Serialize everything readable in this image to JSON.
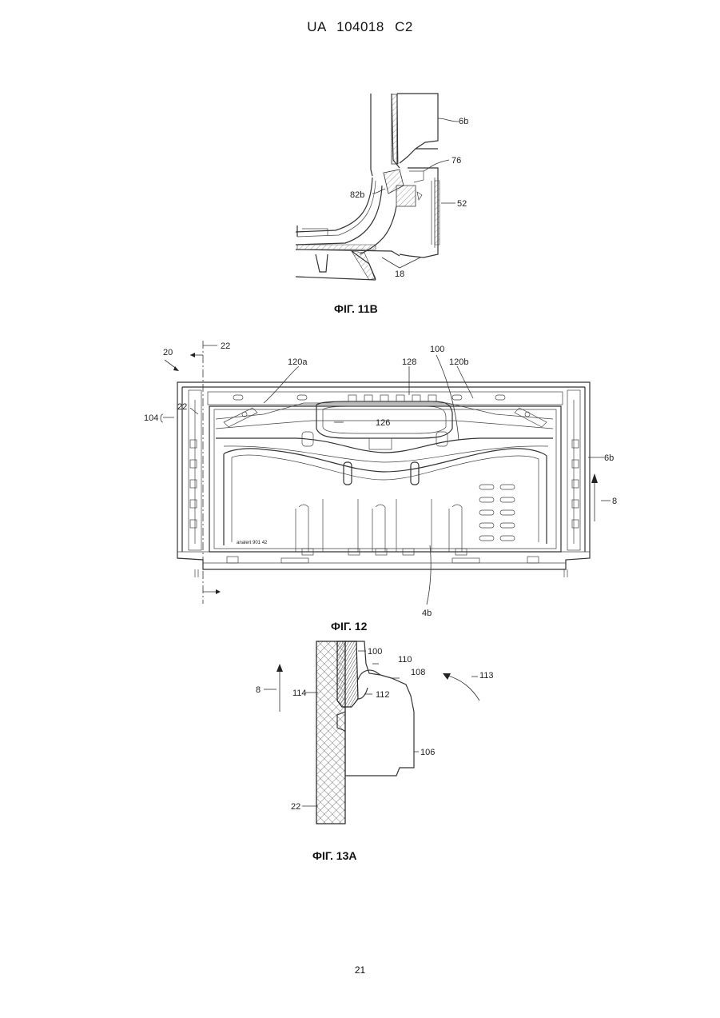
{
  "header": {
    "country": "UA",
    "number": "104018",
    "kind": "C2"
  },
  "figures": [
    {
      "caption": "ФІГ. 11B",
      "labels": {
        "6b": "6b",
        "76": "76",
        "82b": "82b",
        "52": "52",
        "18": "18"
      }
    },
    {
      "caption": "ФІГ. 12",
      "labels": {
        "22top": "22",
        "20": "20",
        "120a": "120a",
        "128": "128",
        "100": "100",
        "120b": "120b",
        "22left": "22",
        "104": "104",
        "126": "126",
        "6b": "6b",
        "8": "8",
        "4b": "4b",
        "stamp": "analert 901 42"
      }
    },
    {
      "caption": "ФІГ. 13A",
      "labels": {
        "100": "100",
        "110": "110",
        "108": "108",
        "113": "113",
        "8": "8",
        "114": "114",
        "112": "112",
        "106": "106",
        "22": "22"
      }
    }
  ],
  "page_number": "21"
}
